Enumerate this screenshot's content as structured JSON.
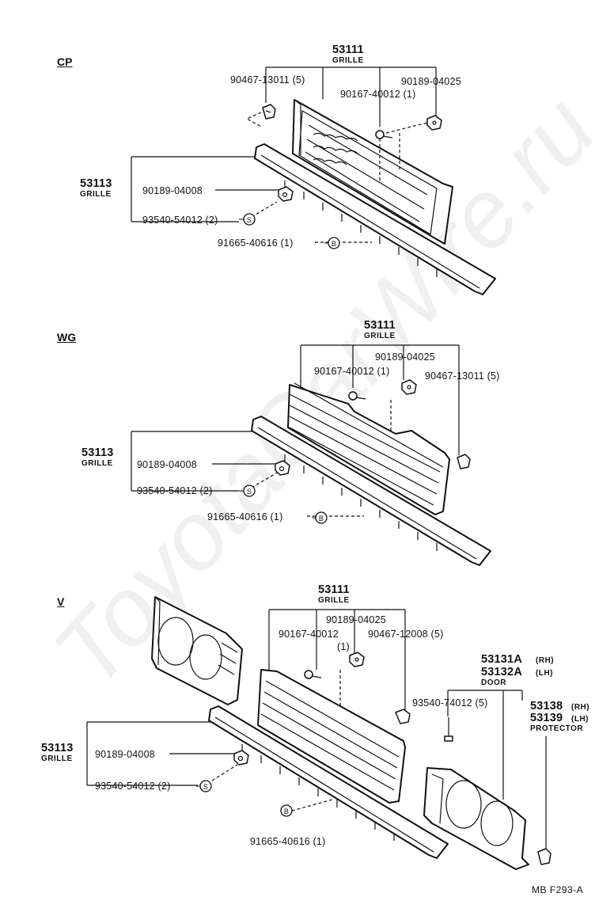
{
  "watermark": "ToyotaCarWire.ru",
  "diagram_code": "MB  F293-A",
  "sections": {
    "cp": {
      "title": "CP",
      "grille_num": "53111",
      "grille_name": "GRILLE",
      "p1": "90467-13011 (5)",
      "p2": "90189-04025",
      "p3": "90167-40012 (1)",
      "lower_num": "53113",
      "lower_name": "GRILLE",
      "p4": "90189-04008",
      "p5": "93540-54012 (2)",
      "p5_sym": "S",
      "p6": "91665-40616 (1)",
      "p6_sym": "B"
    },
    "wg": {
      "title": "WG",
      "grille_num": "53111",
      "grille_name": "GRILLE",
      "p1": "90189-04025",
      "p2": "90167-40012 (1)",
      "p3": "90467-13011 (5)",
      "lower_num": "53113",
      "lower_name": "GRILLE",
      "p4": "90189-04008",
      "p5": "93540-54012 (2)",
      "p5_sym": "S",
      "p6": "91665-40616 (1)",
      "p6_sym": "B"
    },
    "v": {
      "title": "V",
      "grille_num": "53111",
      "grille_name": "GRILLE",
      "p1": "90189-04025",
      "p2": "90167-40012",
      "p2_qty": "(1)",
      "p3": "90467-12008 (5)",
      "door_rh": "53131A",
      "door_rh_side": "(RH)",
      "door_lh": "53132A",
      "door_lh_side": "(LH)",
      "door_name": "DOOR",
      "p7": "93540-74012 (5)",
      "prot_rh": "53138",
      "prot_rh_side": "(RH)",
      "prot_lh": "53139",
      "prot_lh_side": "(LH)",
      "prot_name": "PROTECTOR",
      "lower_num": "53113",
      "lower_name": "GRILLE",
      "p4": "90189-04008",
      "p5": "93540-54012 (2)",
      "p5_sym": "S",
      "p6": "91665-40616 (1)",
      "p6_sym": "B"
    }
  }
}
